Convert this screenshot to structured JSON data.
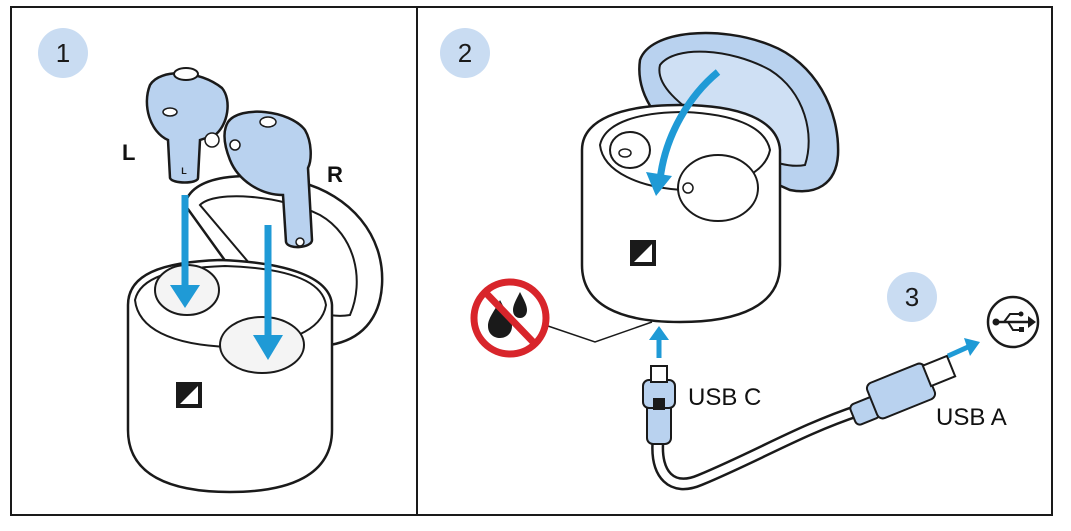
{
  "colors": {
    "step_badge": "#c9dcf2",
    "earbud_fill": "#b9d2ef",
    "arrow": "#1f9ad6",
    "outline": "#1a1a1a",
    "warning_red": "#d8252b"
  },
  "steps": [
    {
      "number": "1"
    },
    {
      "number": "2"
    },
    {
      "number": "3"
    }
  ],
  "panel1": {
    "left_label": "L",
    "right_label": "R",
    "left_bud_mark": "L"
  },
  "panel2": {
    "usb_c_label": "USB C",
    "usb_a_label": "USB A"
  },
  "icons": [
    "no-liquid-warning-icon",
    "usb-icon",
    "brand-logo-icon"
  ]
}
